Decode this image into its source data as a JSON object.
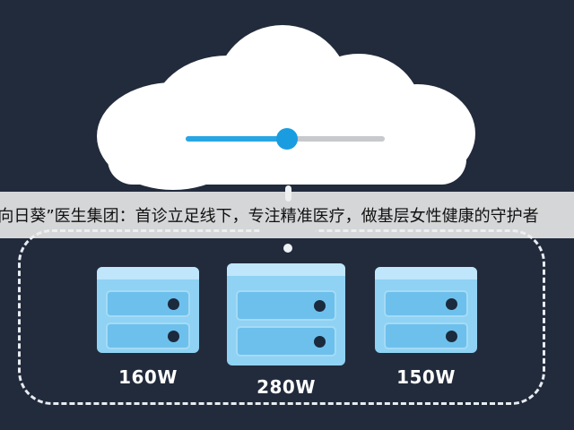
{
  "caption": "“向日葵”医生集团：首诊立足线下，专注精准医疗，做基层女性健康的守护者",
  "slider": {
    "value_fraction": 0.51
  },
  "servers": [
    {
      "label": "160W"
    },
    {
      "label": "280W"
    },
    {
      "label": "150W"
    }
  ],
  "colors": {
    "background": "#222b3c",
    "cloud": "#ffffff",
    "slider_fill": "#28a6e4",
    "slider_track": "#c7c9cc",
    "server": "#8fd2f3",
    "led": "#1b2a3d"
  },
  "icons": [
    "cloud-icon",
    "server-icon"
  ]
}
